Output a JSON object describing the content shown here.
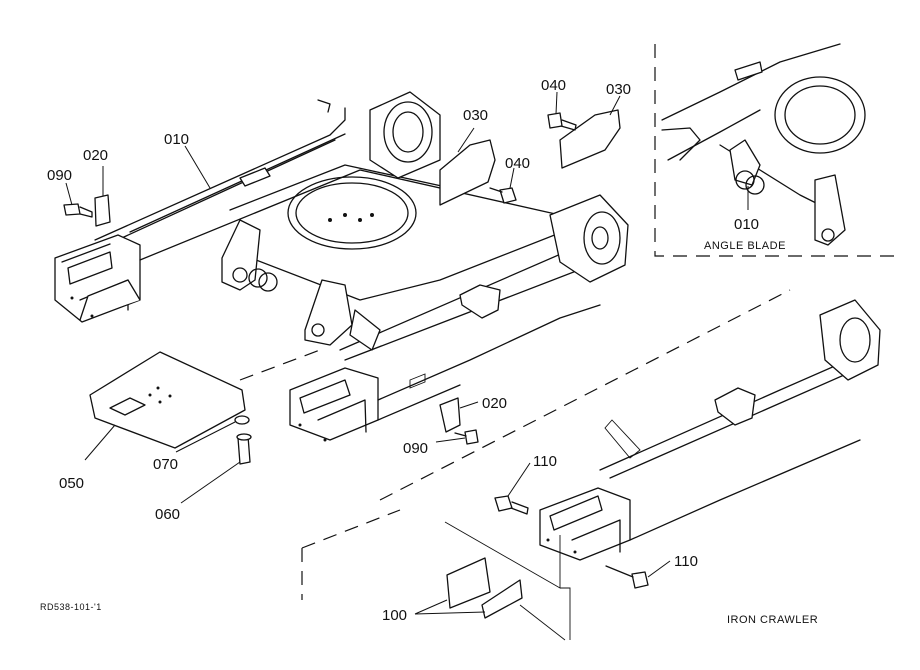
{
  "callouts": {
    "c010_main": "010",
    "c020_left": "020",
    "c090_left": "090",
    "c030_mid": "030",
    "c040_mid": "040",
    "c040_top": "040",
    "c030_top": "030",
    "c050": "050",
    "c070": "070",
    "c060": "060",
    "c020_mid": "020",
    "c090_mid": "090",
    "c110_top": "110",
    "c110_bottom": "110",
    "c100": "100",
    "c010_inset": "010"
  },
  "captions": {
    "angle_blade": "ANGLE  BLADE",
    "iron_crawler": "IRON CRAWLER",
    "drawing_code": "RD538-101-'1"
  }
}
